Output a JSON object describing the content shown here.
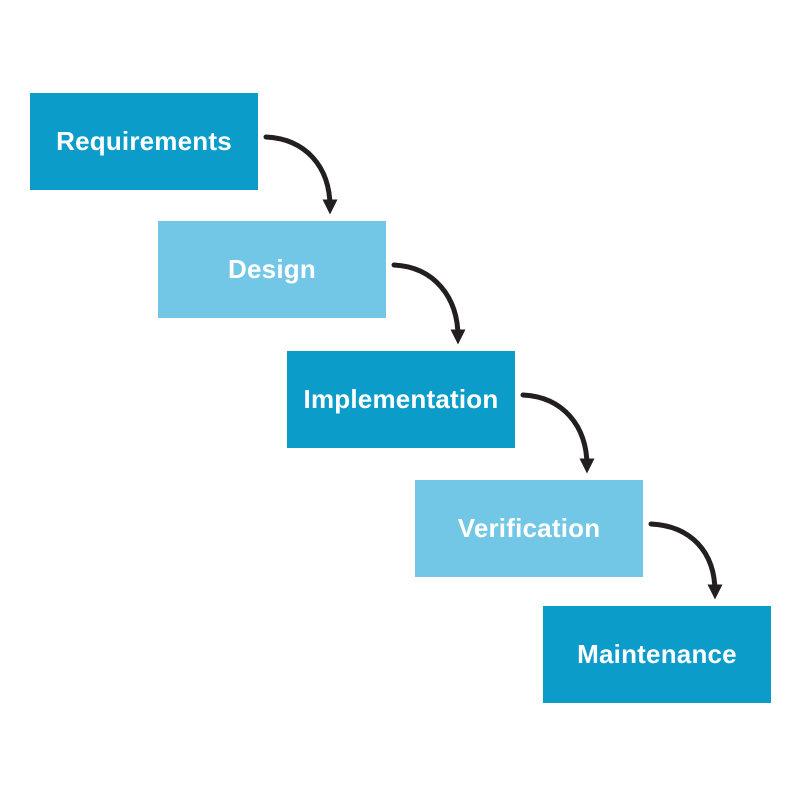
{
  "diagram": {
    "phases": [
      {
        "label": "Requirements",
        "variant": "dark"
      },
      {
        "label": "Design",
        "variant": "light"
      },
      {
        "label": "Implementation",
        "variant": "dark"
      },
      {
        "label": "Verification",
        "variant": "light"
      },
      {
        "label": "Maintenance",
        "variant": "dark"
      }
    ],
    "arrows": [
      {
        "from": "Requirements",
        "to": "Design"
      },
      {
        "from": "Design",
        "to": "Implementation"
      },
      {
        "from": "Implementation",
        "to": "Verification"
      },
      {
        "from": "Verification",
        "to": "Maintenance"
      }
    ],
    "colors": {
      "dark_blue": "#0B9CCA",
      "light_blue": "#72C7E6",
      "label_text": "#FFFFFF",
      "arrow": "#231F20",
      "background": "#FFFFFF"
    }
  }
}
